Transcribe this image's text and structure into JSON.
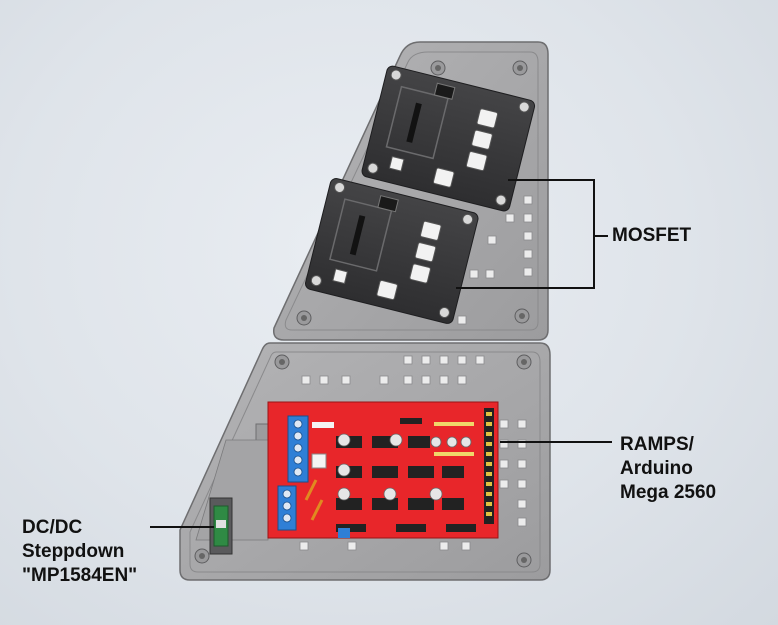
{
  "labels": {
    "mosfet": {
      "lines": [
        "MOSFET"
      ]
    },
    "ramps": {
      "lines": [
        "RAMPS/",
        "Arduino",
        "Mega 2560"
      ]
    },
    "dcdc": {
      "lines": [
        "DC/DC",
        "Steppdown",
        "\"MP1584EN\""
      ]
    }
  },
  "colors": {
    "background": "#dfe4ea",
    "enclosure": "#a9a9ab",
    "enclosure_edge": "#6e6e70",
    "mosfet_board": "#3a3a3c",
    "ramps_board": "#e8262a",
    "terminal_blue": "#2f7fd6",
    "leader_line": "#111111"
  },
  "icons": [
    "mosfet-board-icon",
    "ramps-board-icon",
    "dcdc-module-icon"
  ]
}
